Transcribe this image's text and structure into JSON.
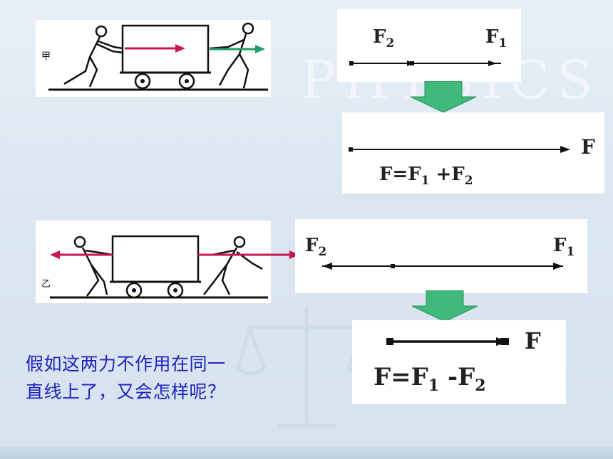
{
  "watermark": "PHYSICS",
  "scene_a": {
    "tag": "甲"
  },
  "scene_b": {
    "tag": "乙"
  },
  "diagram_1": {
    "f2": "F",
    "f2_sub": "2",
    "f1": "F",
    "f1_sub": "1"
  },
  "result_1": {
    "end_label": "F",
    "formula_pre": "F=F",
    "formula_sub1": "1",
    "formula_mid": " +F",
    "formula_sub2": "2"
  },
  "diagram_2": {
    "f2": "F",
    "f2_sub": "2",
    "f1": "F",
    "f1_sub": "1"
  },
  "result_2": {
    "end_label": "F",
    "formula_pre": "F=F",
    "formula_sub1": "1",
    "formula_mid": " -F",
    "formula_sub2": "2"
  },
  "question": {
    "line1": "假如这两力不作用在同一",
    "line2": "直线上了，又会怎样呢？"
  },
  "colors": {
    "question_text": "#1f22c0",
    "arrow_green": "#3fba7a",
    "force_red": "#c8194c",
    "force_green": "#1f9e6a"
  }
}
